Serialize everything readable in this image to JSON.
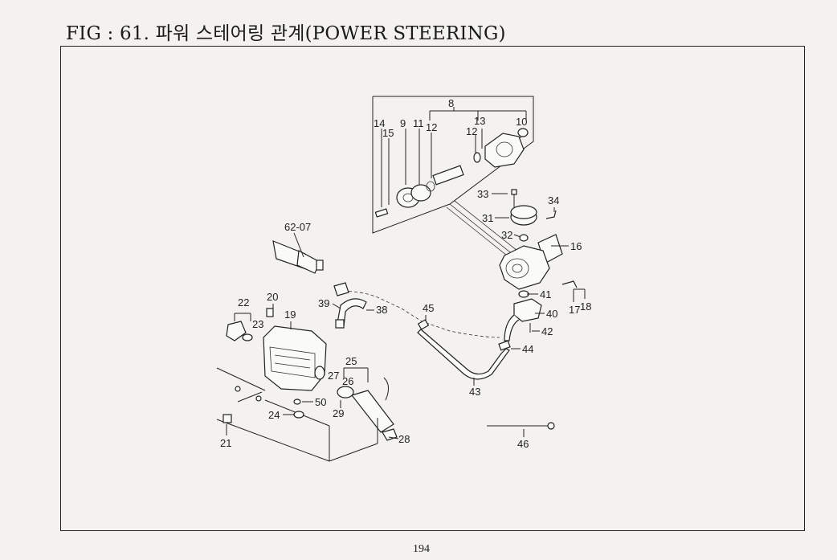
{
  "page": {
    "title": "FIG : 61. 파워 스테어링 관계(POWER STEERING)",
    "page_number": "194"
  },
  "callouts": {
    "c8": "8",
    "c14": "14",
    "c15": "15",
    "c9": "9",
    "c11": "11",
    "c12a": "12",
    "c12b": "12",
    "c13": "13",
    "c10": "10",
    "c33": "33",
    "c34": "34",
    "c31": "31",
    "c32": "32",
    "c16": "16",
    "c6207": "62-07",
    "c41": "41",
    "c17": "17",
    "c18": "18",
    "c40": "40",
    "c42": "42",
    "c44": "44",
    "c45": "45",
    "c39": "39",
    "c38": "38",
    "c22": "22",
    "c20": "20",
    "c23": "23",
    "c19": "19",
    "c25": "25",
    "c27": "27",
    "c26": "26",
    "c43": "43",
    "c50": "50",
    "c29": "29",
    "c24": "24",
    "c28": "28",
    "c21": "21",
    "c46": "46"
  }
}
